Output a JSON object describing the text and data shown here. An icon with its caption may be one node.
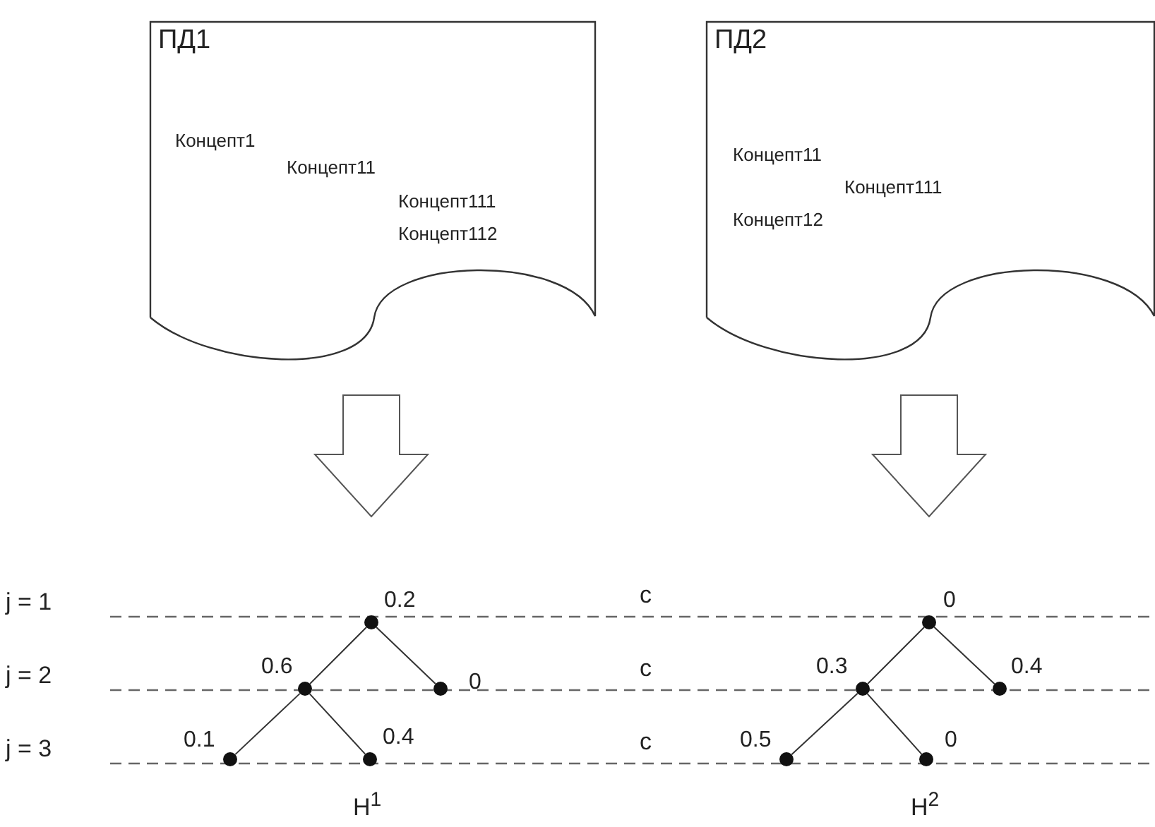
{
  "diagram": {
    "nodes": [
      {
        "text": [
          "ПД1",
          "Концепт1",
          "Концепт11",
          "Концепт111",
          "Концепт112"
        ]
      },
      {
        "text": [
          "ПД2",
          "Концепт11",
          "Концепт111",
          "Концепт12"
        ]
      },
      {
        "text": [],
        "shape": "circle",
        "beside": [
          "0.2"
        ]
      },
      {
        "text": [],
        "shape": "circle",
        "beside": [
          "0.6"
        ]
      },
      {
        "text": [],
        "shape": "circle",
        "beside": [
          "0"
        ]
      },
      {
        "text": [],
        "shape": "circle",
        "beside": [
          "0.1"
        ]
      },
      {
        "text": [],
        "shape": "circle",
        "beside": [
          "0.4"
        ]
      },
      {
        "text": [],
        "shape": "circle",
        "beside": [
          "0"
        ]
      },
      {
        "text": [],
        "shape": "circle",
        "beside": [
          "0.3"
        ]
      },
      {
        "text": [],
        "shape": "circle",
        "beside": [
          "0.4"
        ]
      },
      {
        "text": [],
        "shape": "circle",
        "beside": [
          "0.5"
        ]
      },
      {
        "text": [],
        "shape": "circle",
        "beside": [
          "0"
        ]
      }
    ],
    "edges": [
      {
        "from": 0,
        "to": null,
        "arrow": "to"
      },
      {
        "from": 1,
        "to": null,
        "arrow": "to"
      },
      {
        "from": 2,
        "to": 3,
        "arrow": "none"
      },
      {
        "from": 2,
        "to": 4,
        "arrow": "none"
      },
      {
        "from": 3,
        "to": 5,
        "arrow": "none"
      },
      {
        "from": 3,
        "to": 6,
        "arrow": "none"
      },
      {
        "from": 7,
        "to": 8,
        "arrow": "none"
      },
      {
        "from": 7,
        "to": 9,
        "arrow": "none"
      },
      {
        "from": 8,
        "to": 10,
        "arrow": "none"
      },
      {
        "from": 8,
        "to": 11,
        "arrow": "none"
      }
    ],
    "labels": [
      "j = 1",
      "c",
      "j = 2",
      "c",
      "j = 3",
      "c",
      "H$^{1}$",
      "H$^{2}$"
    ]
  }
}
